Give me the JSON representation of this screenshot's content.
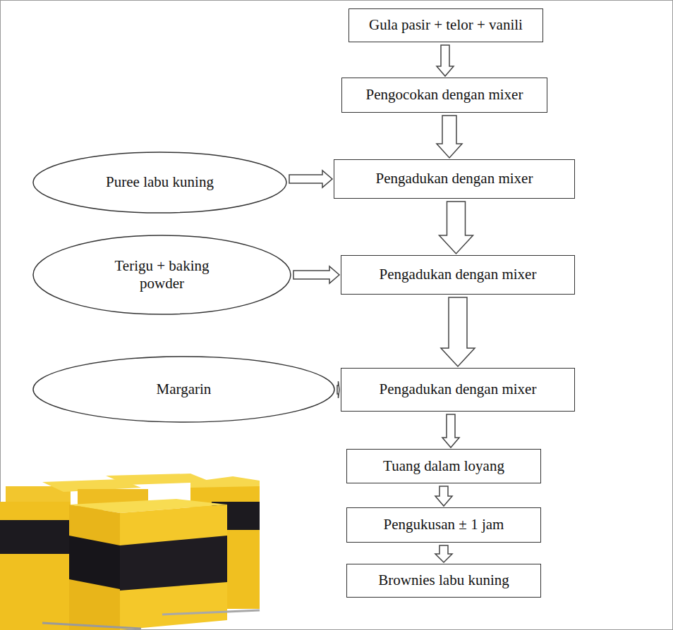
{
  "diagram": {
    "nodes": [
      {
        "text": [
          "Gula pasir + telor + vanili"
        ]
      },
      {
        "text": [
          "Pengocokan dengan mixer"
        ]
      },
      {
        "text": [
          "Puree labu kuning"
        ]
      },
      {
        "text": [
          "Pengadukan dengan mixer"
        ]
      },
      {
        "text": [
          "Terigu + baking powder"
        ]
      },
      {
        "text": [
          "Pengadukan dengan mixer"
        ]
      },
      {
        "text": [
          "Margarin"
        ]
      },
      {
        "text": [
          "Pengadukan dengan mixer"
        ]
      },
      {
        "text": [
          "Tuang dalam loyang"
        ]
      },
      {
        "text": [
          "Pengukusan ± 1 jam"
        ]
      },
      {
        "text": [
          "Brownies labu kuning"
        ]
      }
    ],
    "edges": [
      {
        "from": 0,
        "to": 1,
        "arrow": "to"
      },
      {
        "from": 1,
        "to": 3,
        "arrow": "to"
      },
      {
        "from": 2,
        "to": 3,
        "arrow": "to"
      },
      {
        "from": 3,
        "to": 5,
        "arrow": "to"
      },
      {
        "from": 4,
        "to": 5,
        "arrow": "to"
      },
      {
        "from": 5,
        "to": 7,
        "arrow": "to"
      },
      {
        "from": 6,
        "to": 7,
        "arrow": "to"
      },
      {
        "from": 7,
        "to": 8,
        "arrow": "to"
      },
      {
        "from": 8,
        "to": 9,
        "arrow": "to"
      },
      {
        "from": 9,
        "to": 10,
        "arrow": "to"
      }
    ]
  }
}
